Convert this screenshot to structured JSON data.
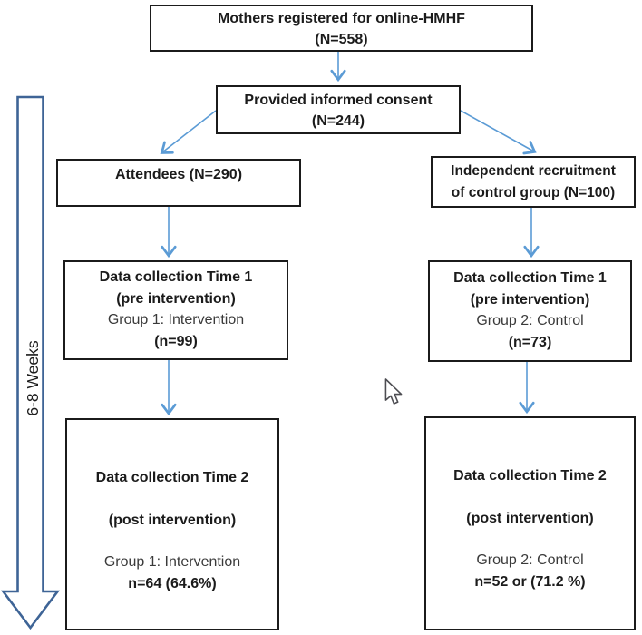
{
  "figure": {
    "timeline": {
      "label": "6-8 Weeks"
    },
    "nodes": {
      "registered": {
        "lines": [
          "Mothers registered for online-HMHF",
          "(N=558)"
        ]
      },
      "consent": {
        "lines": [
          "Provided informed consent",
          "(N=244)"
        ]
      },
      "attendees": {
        "lines": [
          "Attendees (N=290)"
        ]
      },
      "control_recruitment": {
        "lines": [
          "Independent recruitment",
          "of control group (N=100)"
        ]
      },
      "time1_intervention": {
        "lines": [
          "Data collection Time 1",
          "(pre intervention)",
          "Group 1: Intervention",
          "(n=99)"
        ]
      },
      "time1_control": {
        "lines": [
          "Data collection Time 1",
          "(pre intervention)",
          "Group 2: Control",
          "(n=73)"
        ]
      },
      "time2_intervention": {
        "lines": [
          "Data collection Time 2",
          "(post intervention)",
          "Group 1: Intervention",
          "n=64 (64.6%)"
        ]
      },
      "time2_control": {
        "lines": [
          "Data collection Time 2",
          "(post intervention)",
          "Group 2: Control",
          "n=52 or (71.2 %)"
        ]
      }
    },
    "colors": {
      "connector": "#5b9bd5",
      "timeline_arrow_outline": "#3e6496",
      "box_border": "#1b1b1b"
    }
  }
}
